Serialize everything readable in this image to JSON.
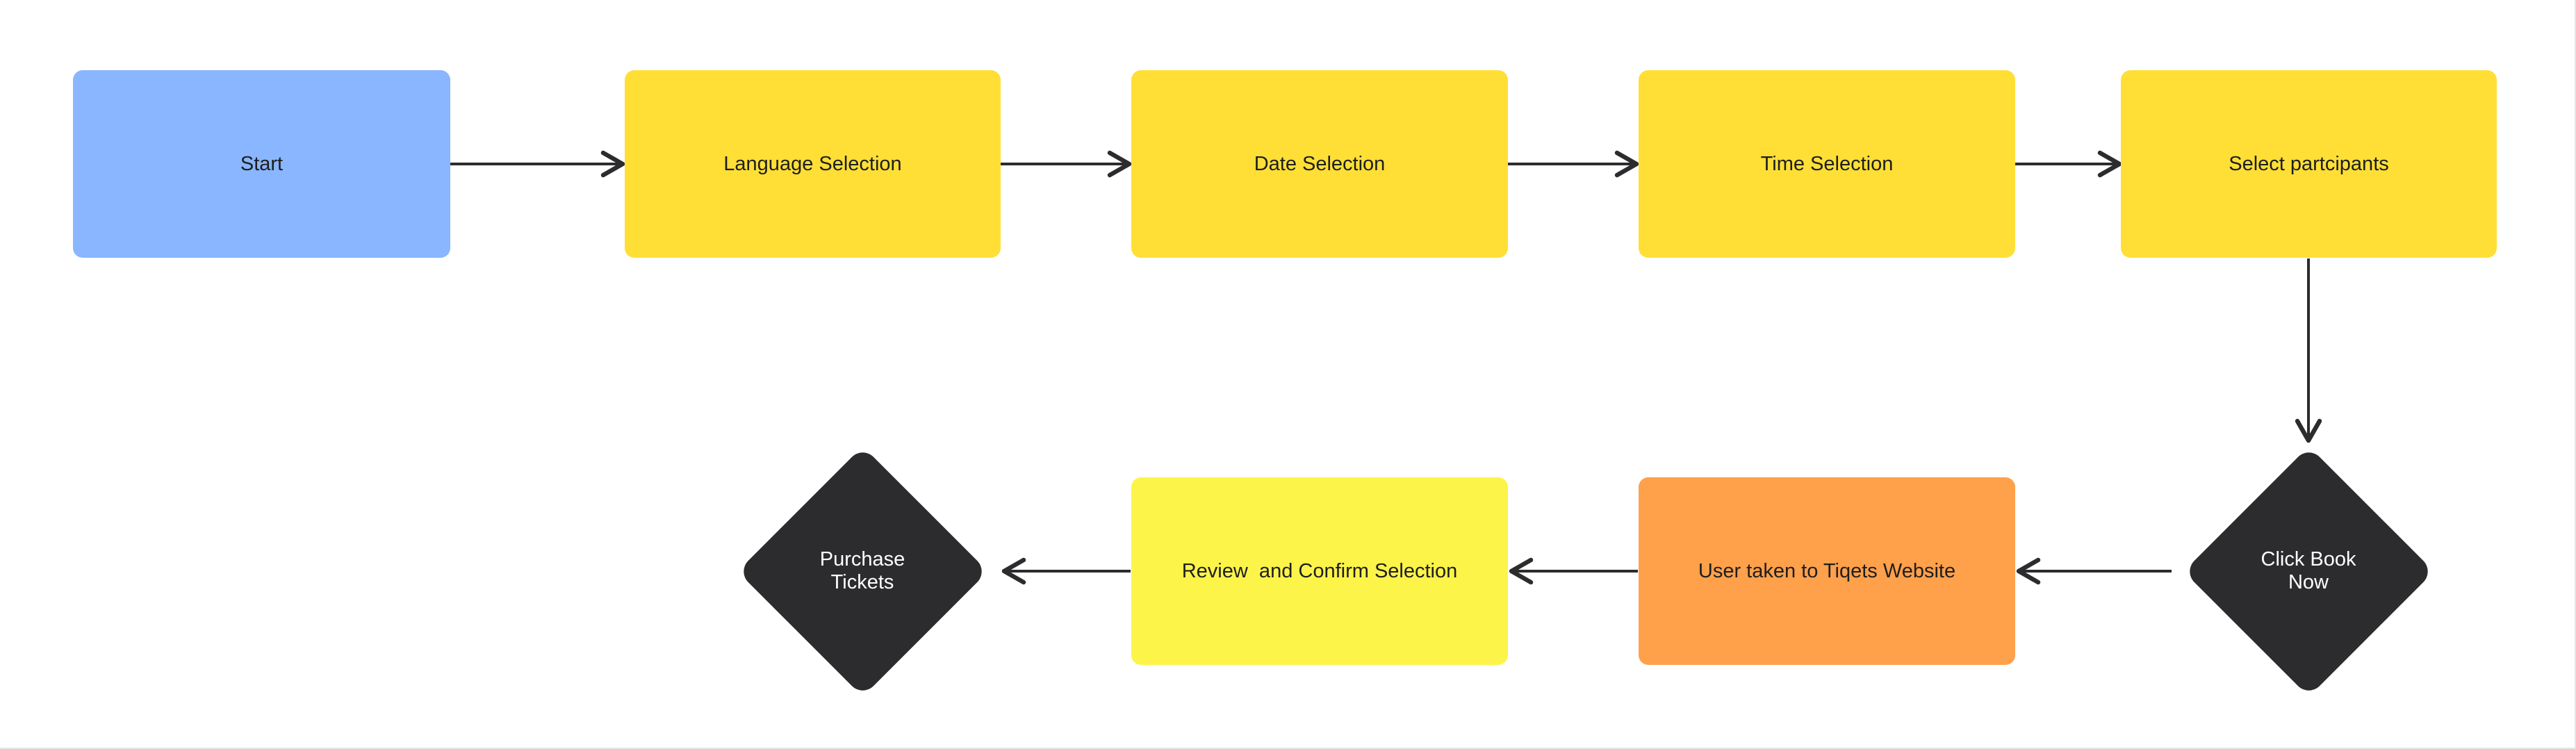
{
  "nodes": {
    "start": {
      "label": "Start",
      "color": "#89b6ff"
    },
    "language": {
      "label": "Language Selection",
      "color": "#ffdf36"
    },
    "date": {
      "label": "Date Selection",
      "color": "#ffdf36"
    },
    "time": {
      "label": "Time Selection",
      "color": "#ffdf36"
    },
    "participants": {
      "label": "Select partcipants",
      "color": "#ffdf36"
    },
    "book": {
      "label_line1": "Click Book",
      "label_line2": "Now",
      "color": "#2c2c2e"
    },
    "tiqets": {
      "label": "User taken to Tiqets Website",
      "color": "#ffa04b"
    },
    "review": {
      "label": "Review  and Confirm Selection",
      "color": "#fdf44a"
    },
    "purchase": {
      "label_line1": "Purchase",
      "label_line2": "Tickets",
      "color": "#2c2c2e"
    }
  },
  "edges": [
    {
      "from": "start",
      "to": "language"
    },
    {
      "from": "language",
      "to": "date"
    },
    {
      "from": "date",
      "to": "time"
    },
    {
      "from": "time",
      "to": "participants"
    },
    {
      "from": "participants",
      "to": "book"
    },
    {
      "from": "book",
      "to": "tiqets"
    },
    {
      "from": "tiqets",
      "to": "review"
    },
    {
      "from": "review",
      "to": "purchase"
    }
  ],
  "edge_color": "#2c2c2e"
}
